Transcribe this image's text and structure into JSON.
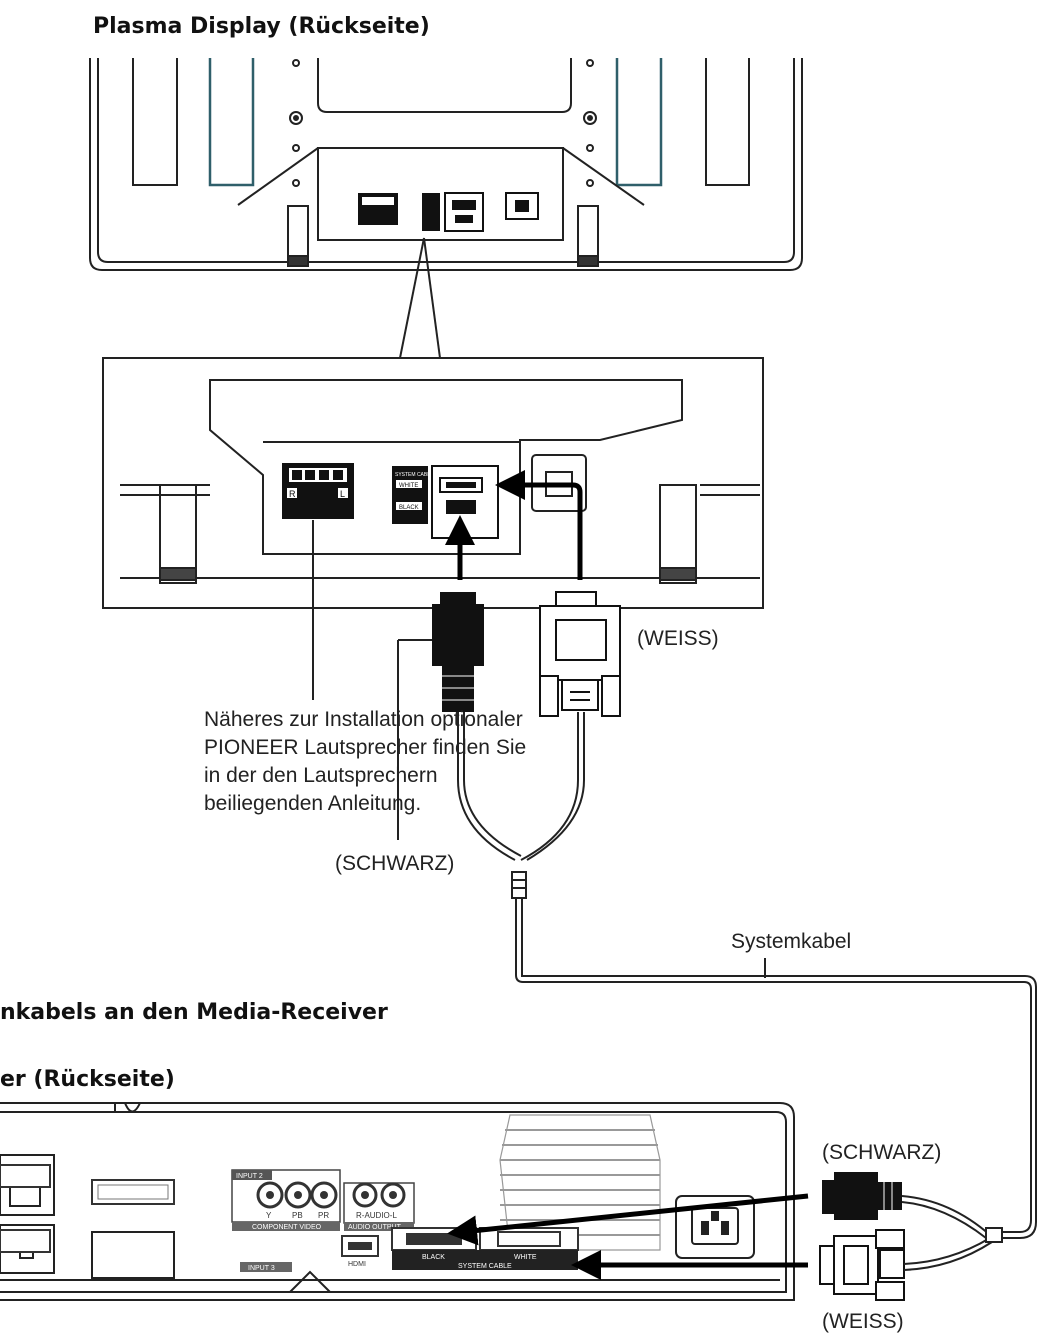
{
  "headings": {
    "display_rear": "Plasma Display (Rückseite)",
    "connect_receiver": "nkabels an den Media-Receiver",
    "receiver_rear": "er (Rückseite)"
  },
  "labels": {
    "weiss_top": "(WEISS)",
    "schwarz_top": "(SCHWARZ)",
    "system_cable": "Systemkabel",
    "schwarz_bottom": "(SCHWARZ)",
    "weiss_bottom": "(WEISS)"
  },
  "speaker_note": [
    "Näheres zur Installation optionaler",
    "PIONEER Lautsprecher finden Sie",
    "in der den Lautsprechern",
    "beiliegenden Anleitung."
  ],
  "panel_labels": {
    "system_cable_small": "SYSTEM CABLE",
    "white": "WHITE",
    "black": "BLACK",
    "r": "R",
    "l": "L"
  },
  "receiver_labels": {
    "input2": "INPUT 2",
    "y": "Y",
    "pb": "PB",
    "pr": "PR",
    "component_video": "COMPONENT VIDEO",
    "r_audio_l": "R-AUDIO-L",
    "audio_output": "AUDIO OUTPUT",
    "input3": "INPUT 3",
    "hdmi": "HDMI",
    "black": "BLACK",
    "white": "WHITE",
    "system_cable": "SYSTEM CABLE"
  }
}
